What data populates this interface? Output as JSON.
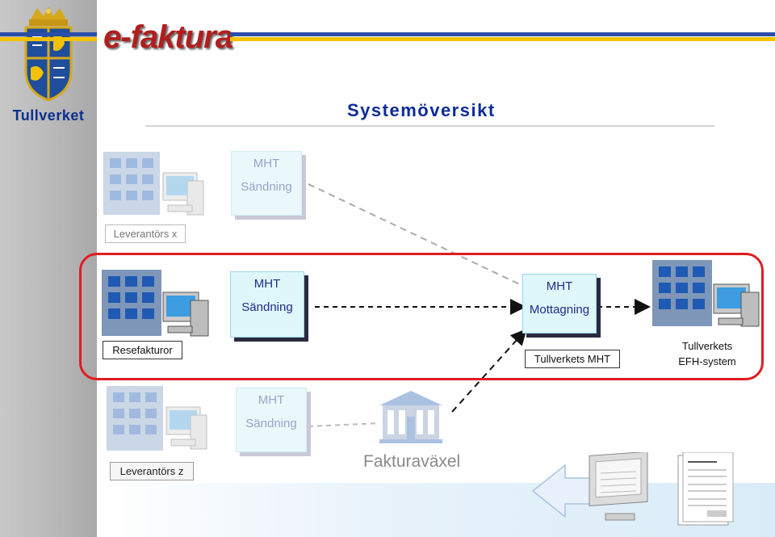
{
  "brand": {
    "org_name": "Tullverket",
    "product_name": "e-faktura"
  },
  "title": "Systemöversikt",
  "nodes": {
    "leverantor_x": {
      "label": "Leverantörs x",
      "box_line1": "MHT",
      "box_line2": "Sändning"
    },
    "resefakturor": {
      "label": "Resefakturor",
      "box_line1": "MHT",
      "box_line2": "Sändning"
    },
    "tullverkets_mht": {
      "label": "Tullverkets MHT",
      "box_line1": "MHT",
      "box_line2": "Mottagning"
    },
    "efh": {
      "label_line1": "Tullverkets",
      "label_line2": "EFH-system"
    },
    "leverantor_z": {
      "label": "Leverantörs z",
      "box_line1": "MHT",
      "box_line2": "Sändning"
    },
    "fakturavaxel": {
      "label": "Fakturaväxel"
    }
  },
  "colors": {
    "accent": "#0b2c97",
    "frame": "#e11b22",
    "stripe_blue": "#2b4fa8",
    "stripe_yellow": "#f2c200"
  }
}
